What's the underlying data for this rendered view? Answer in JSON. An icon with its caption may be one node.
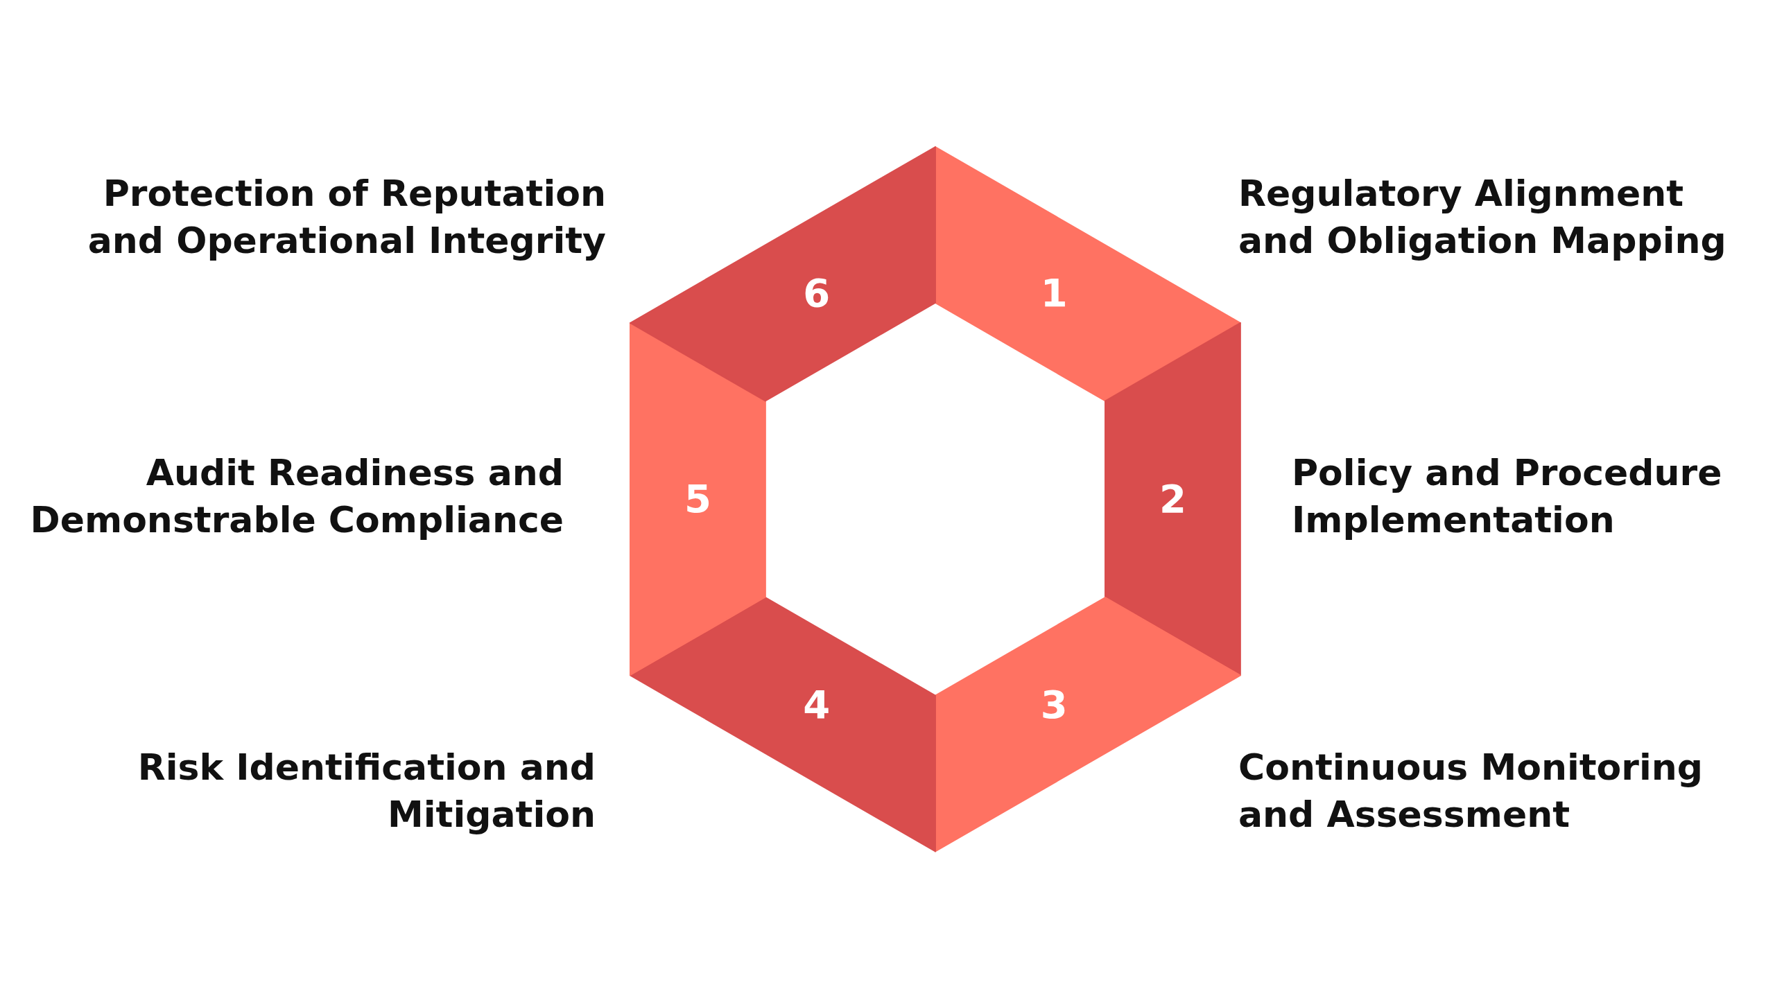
{
  "diagram": {
    "nodes": [
      {
        "text": [
          "1"
        ],
        "beside": [
          "Regulatory Alignment and Obligation Mapping"
        ]
      },
      {
        "text": [
          "2"
        ],
        "beside": [
          "Policy and Procedure Implementation"
        ]
      },
      {
        "text": [
          "3"
        ],
        "beside": [
          "Continuous Monitoring and Assessment"
        ]
      },
      {
        "text": [
          "4"
        ],
        "beside": [
          "Risk Identification and Mitigation"
        ]
      },
      {
        "text": [
          "5"
        ],
        "beside": [
          "Audit Readiness and Demonstrable Compliance"
        ]
      },
      {
        "text": [
          "6"
        ],
        "beside": [
          "Protection of Reputation and Operational Integrity"
        ]
      }
    ]
  }
}
